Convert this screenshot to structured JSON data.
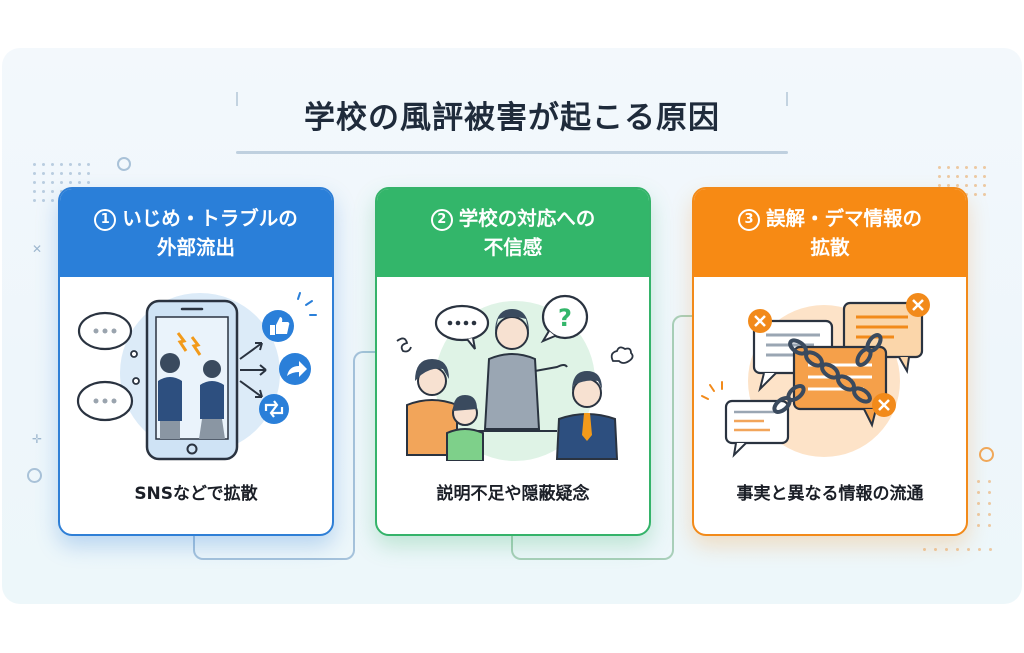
{
  "title": "学校の風評被害が起こる原因",
  "colors": {
    "blue": "#2a7fd9",
    "green": "#33b66a",
    "orange": "#f78a14",
    "title_text": "#1f2b3b",
    "background": "#f3f8fc"
  },
  "cards": [
    {
      "number": "1",
      "heading_line1": "いじめ・トラブルの",
      "heading_line2": "外部流出",
      "caption": "SNSなどで拡散",
      "illustration": "smartphone-students-arguing-with-social-share-icons",
      "icons": [
        "speech-bubble-icon",
        "speech-bubble-icon",
        "lightning-icon",
        "thumbs-up-icon",
        "share-icon",
        "retweet-icon"
      ],
      "bubble_text": "・・・"
    },
    {
      "number": "2",
      "heading_line1": "学校の対応への",
      "heading_line2": "不信感",
      "caption": "説明不足や隠蔽疑念",
      "illustration": "teacher-explaining-to-dissatisfied-parents-and-child",
      "icons": [
        "speech-bubble-icon",
        "question-bubble-icon",
        "frustration-swirl-icon",
        "anger-puff-icon"
      ],
      "bubble_text": "・・・・",
      "question_mark": "?"
    },
    {
      "number": "3",
      "heading_line1": "誤解・デマ情報の",
      "heading_line2": "拡散",
      "caption": "事実と異なる情報の流通",
      "illustration": "chained-message-bubbles-with-x-marks",
      "icons": [
        "message-bubble-icon",
        "chain-icon",
        "x-mark-icon",
        "x-mark-icon",
        "x-mark-icon"
      ]
    }
  ]
}
